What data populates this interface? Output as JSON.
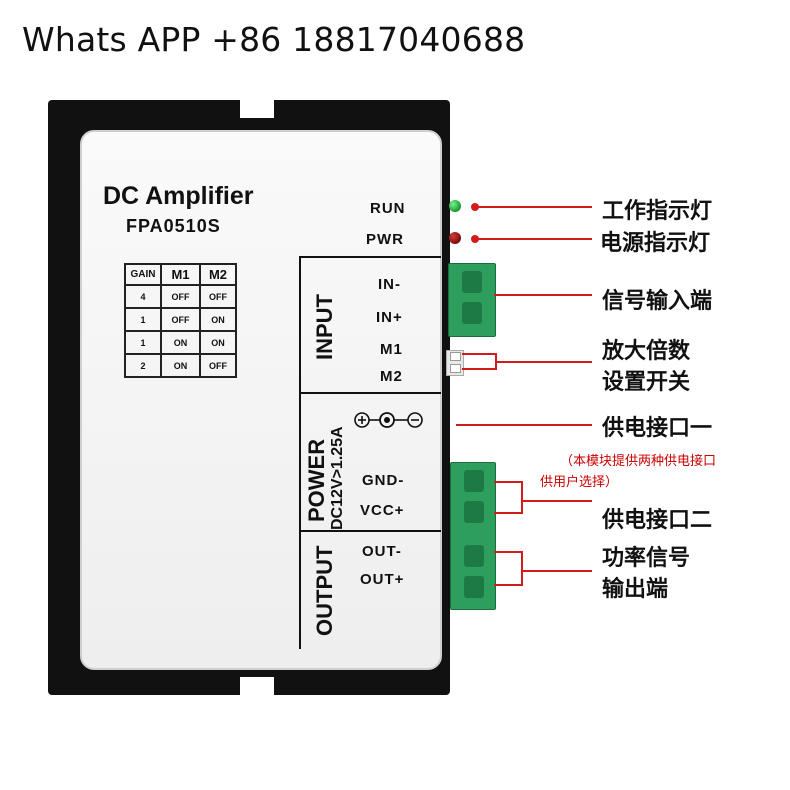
{
  "header": {
    "text": "Whats APP +86 18817040688"
  },
  "device": {
    "title": "DC Amplifier",
    "model": "FPA0510S",
    "gain_table": {
      "headers": [
        "GAIN",
        "M1",
        "M2"
      ],
      "rows": [
        [
          "4",
          "OFF",
          "OFF"
        ],
        [
          "1",
          "OFF",
          "ON"
        ],
        [
          "1",
          "ON",
          "ON"
        ],
        [
          "2",
          "ON",
          "OFF"
        ]
      ]
    },
    "indicators": {
      "run": "RUN",
      "pwr": "PWR"
    },
    "input_section": {
      "title": "INPUT",
      "labels": [
        "IN-",
        "IN+",
        "M1",
        "M2"
      ]
    },
    "power_section": {
      "title": "POWER",
      "spec": "DC12V>1.25A",
      "labels": [
        "GND-",
        "VCC+"
      ]
    },
    "output_section": {
      "title": "OUTPUT",
      "labels": [
        "OUT-",
        "OUT+"
      ]
    },
    "colors": {
      "led_run": "#1fa83a",
      "led_pwr": "#8a1010",
      "terminal": "#2e9e5c",
      "annotation_line": "#d21b1b"
    }
  },
  "annotations": {
    "indicator_work": "工作指示灯",
    "indicator_power": "电源指示灯",
    "signal_input": "信号输入端",
    "gain_switch_line1": "放大倍数",
    "gain_switch_line2": "设置开关",
    "power_port_1": "供电接口一",
    "power_note_line1": "（本模块提供两种供电接口",
    "power_note_line2": "供用户选择）",
    "power_port_2": "供电接口二",
    "output_line1": "功率信号",
    "output_line2": "输出端"
  }
}
